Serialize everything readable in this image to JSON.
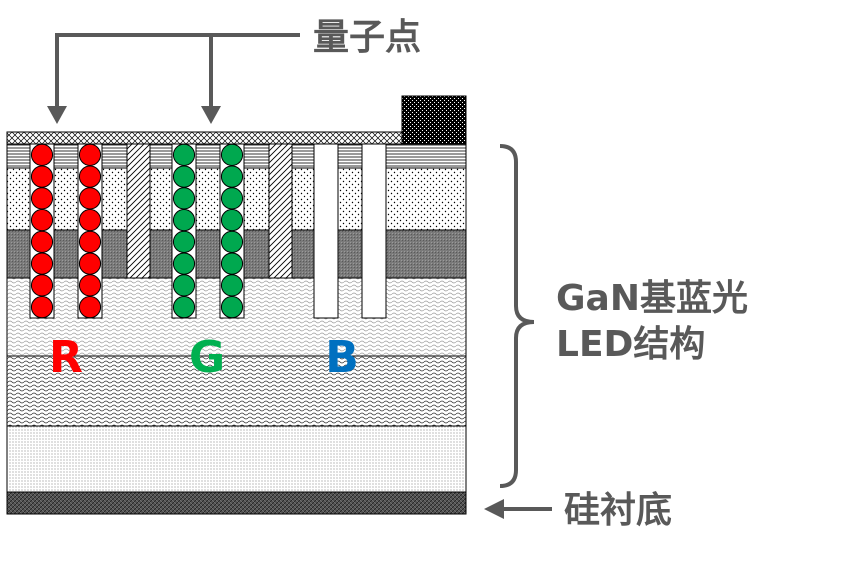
{
  "labels": {
    "quantum_dots": "量子点",
    "led_structure_line1": "GaN基蓝光",
    "led_structure_line2": "LED结构",
    "substrate": "硅衬底",
    "red": "R",
    "green": "G",
    "blue": "B"
  },
  "colors": {
    "red": "#ff0000",
    "green": "#00b050",
    "blue": "#0070c0",
    "label_gray": "#595959",
    "arrow_gray": "#595959"
  },
  "dot_columns": [
    {
      "color": "red",
      "count": 8
    },
    {
      "color": "red",
      "count": 8
    },
    {
      "color": "green",
      "count": 8
    },
    {
      "color": "green",
      "count": 8
    }
  ]
}
